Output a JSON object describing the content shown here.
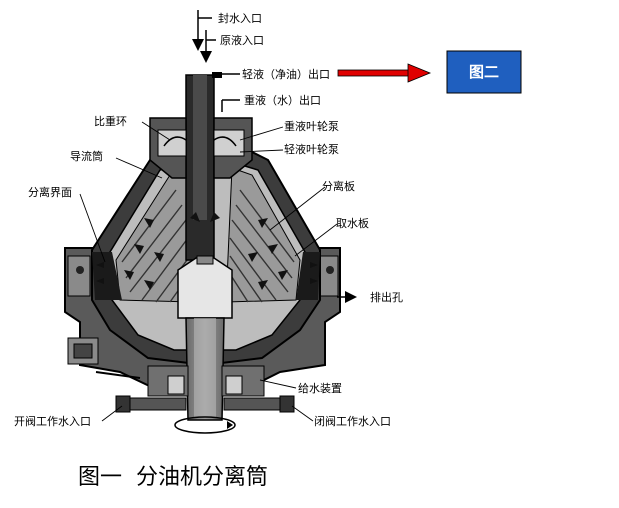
{
  "labels": {
    "seal_water_inlet": "封水入口",
    "raw_liquid_inlet": "原液入口",
    "light_liquid_outlet": "轻液（净油）出口",
    "heavy_liquid_outlet": "重液（水）出口",
    "gravity_ring": "比重环",
    "heavy_impeller": "重液叶轮泵",
    "light_impeller": "轻液叶轮泵",
    "guide_tube": "导流筒",
    "interface": "分离界面",
    "separator_disc": "分离板",
    "water_plate": "取水板",
    "discharge_hole": "排出孔",
    "water_supply": "给水装置",
    "open_valve_inlet": "开阀工作水入口",
    "close_valve_inlet": "闭阀工作水入口"
  },
  "figure_two_box": {
    "label": "图二",
    "fill": "#1f5fbf",
    "text_color": "#ffffff"
  },
  "arrow_color": "#e00000",
  "caption": "图一  分油机分离筒"
}
